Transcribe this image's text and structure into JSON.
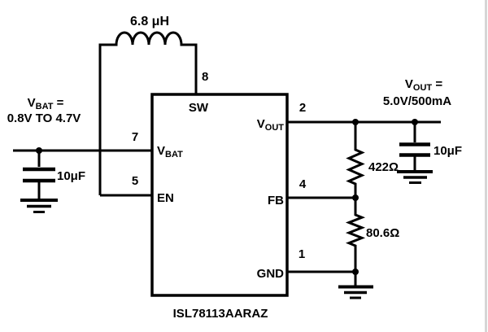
{
  "schematic": {
    "type": "circuit-schematic",
    "colors": {
      "ink": "#000000",
      "background": "#ffffff",
      "page_edge_shadow": "#cccccc"
    },
    "inductor": {
      "value": "6.8 μH"
    },
    "input": {
      "label_v": "V",
      "label_v_sub": "BAT",
      "label_v_eq": " =",
      "label_range": "0.8V TO 4.7V",
      "capacitor_value": "10μF"
    },
    "output": {
      "label_v": "V",
      "label_v_sub": "OUT",
      "label_v_eq": " =",
      "label_rating": "5.0V/500mA",
      "capacitor_value": "10μF",
      "resistor_top": "422Ω",
      "resistor_bottom": "80.6Ω"
    },
    "ic": {
      "name": "ISL78113AARAZ",
      "pins": {
        "sw": {
          "number": "8",
          "label": "SW"
        },
        "vbat": {
          "number": "7",
          "label_v": "V",
          "label_sub": "BAT"
        },
        "en": {
          "number": "5",
          "label": "EN"
        },
        "vout": {
          "number": "2",
          "label_v": "V",
          "label_sub": "OUT"
        },
        "fb": {
          "number": "4",
          "label": "FB"
        },
        "gnd": {
          "number": "1",
          "label": "GND"
        }
      }
    }
  }
}
